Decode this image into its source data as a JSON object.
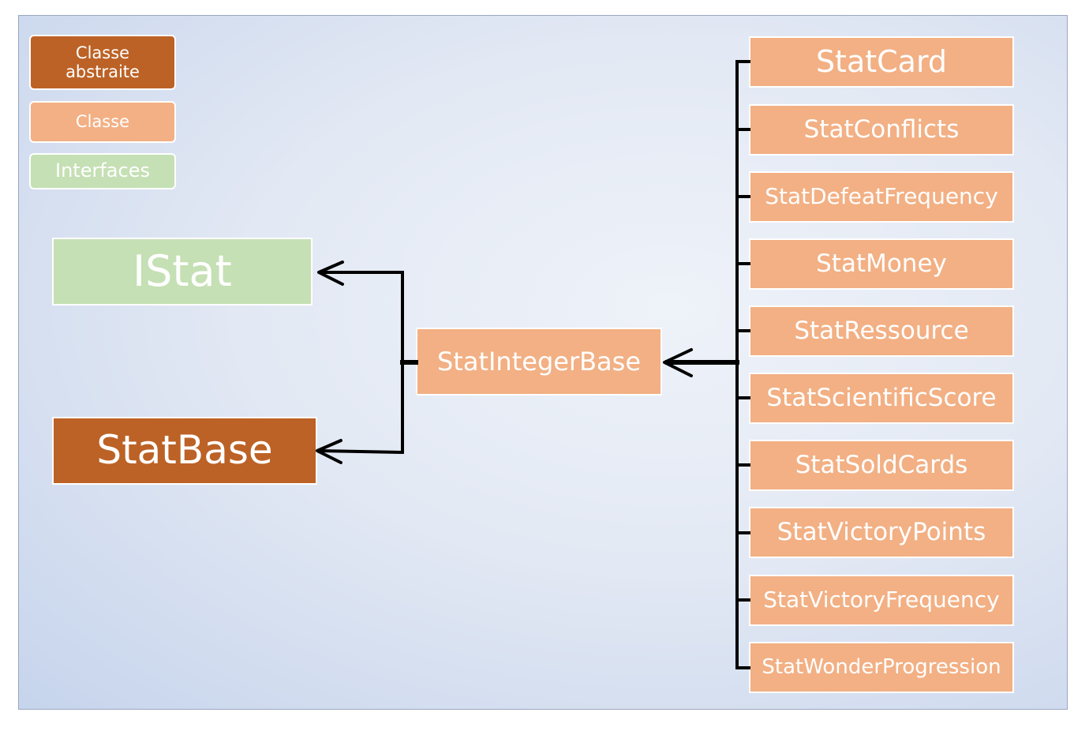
{
  "legend": {
    "abstract_class": "Classe abstraite",
    "class": "Classe",
    "interfaces": "Interfaces"
  },
  "nodes": {
    "istat": "IStat",
    "statbase": "StatBase",
    "statintegerbase": "StatIntegerBase"
  },
  "subclasses": [
    "StatCard",
    "StatConflicts",
    "StatDefeatFrequency",
    "StatMoney",
    "StatRessource",
    "StatScientificScore",
    "StatSoldCards",
    "StatVictoryPoints",
    "StatVictoryFrequency",
    "StatWonderProgression"
  ],
  "colors": {
    "abstract_class": "#bc6226",
    "class": "#f2b084",
    "interface": "#c5e0b4",
    "connector": "#000000"
  }
}
